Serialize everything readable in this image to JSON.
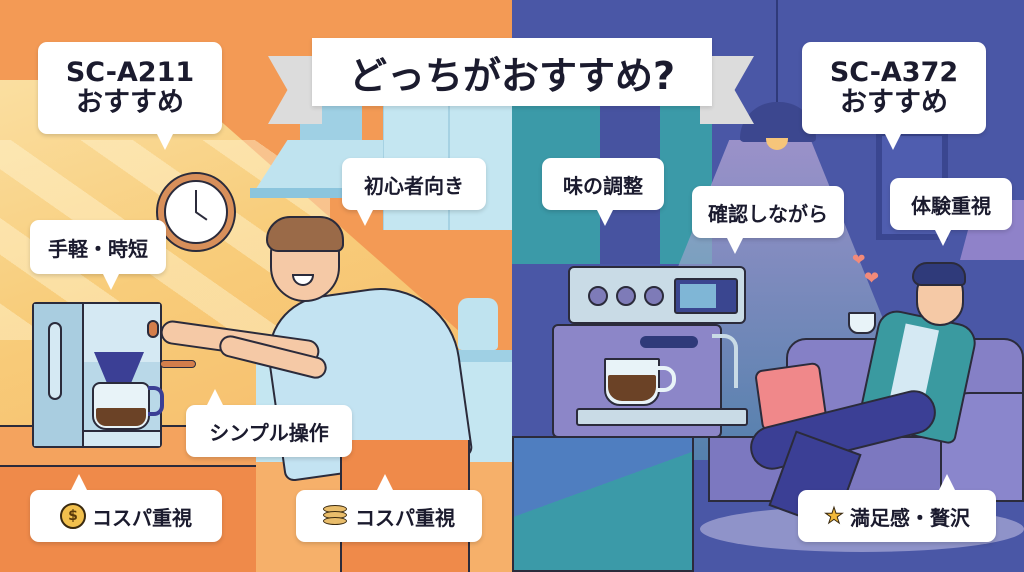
{
  "title": "どっちがおすすめ?",
  "left_panel": {
    "theme": "bright kitchen",
    "colors": {
      "wall": "#f39a55",
      "light": "#f8cf7c",
      "cabinet": "#bfe3ef",
      "counter": "#ef8a4a"
    },
    "model_bubble": {
      "model": "SC-A211",
      "label": "おすすめ"
    },
    "features": [
      {
        "text": "手軽・時短",
        "icon": null
      },
      {
        "text": "初心者向き",
        "icon": null
      },
      {
        "text": "シンプル操作",
        "icon": null
      },
      {
        "text": "コスパ重視",
        "icon": "coin-icon"
      },
      {
        "text": "コスパ重視",
        "icon": "coin-stack-icon"
      }
    ],
    "illustrations": [
      "clock-icon",
      "drip-coffee-maker",
      "man-pressing-button",
      "kettle",
      "mug"
    ]
  },
  "right_panel": {
    "theme": "evening living room",
    "colors": {
      "wall": "#4a57a6",
      "teal": "#3b9aa8",
      "sofa": "#7c78c0",
      "cushion": "#f0888a"
    },
    "model_bubble": {
      "model": "SC-A372",
      "label": "おすすめ"
    },
    "features": [
      {
        "text": "味の調整",
        "icon": null
      },
      {
        "text": "確認しながら",
        "icon": null
      },
      {
        "text": "体験重視",
        "icon": null
      },
      {
        "text": "満足感・贅沢",
        "icon": "star-icon"
      }
    ],
    "illustrations": [
      "pendant-lamp",
      "espresso-machine",
      "coffee-cup",
      "man-relaxing-on-sofa",
      "hearts"
    ]
  }
}
